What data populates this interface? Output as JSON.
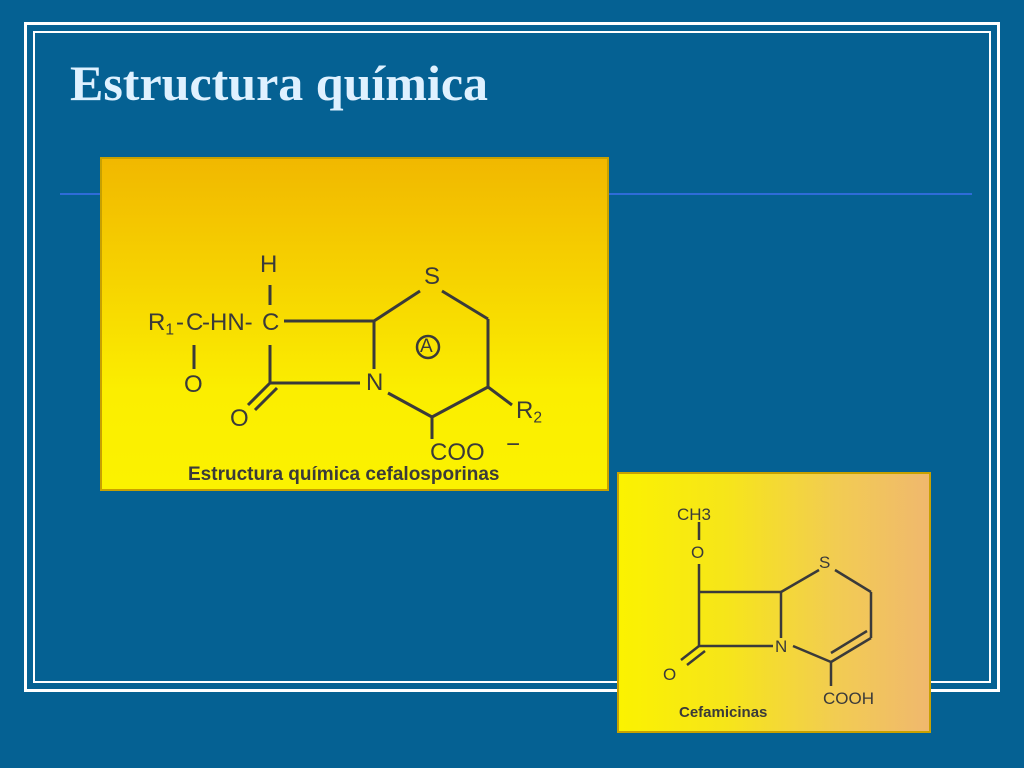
{
  "slide": {
    "title": "Estructura química",
    "background_color": "#056193",
    "accent_rule_color": "#2f6cd8"
  },
  "figure_cefalosporinas": {
    "caption": "Estructura química cefalosporinas",
    "labels": {
      "h": "H",
      "r1": "R",
      "r1_sub": "1",
      "dash1": "-",
      "c_alpha": "C",
      "hn": "-HN-",
      "c_beta": "C",
      "o_acyl": "O",
      "o_lactam": "O",
      "n": "N",
      "s": "S",
      "ring": "A",
      "r2": "R",
      "r2_sub": "2",
      "coo": "COO",
      "charge": "−"
    }
  },
  "figure_cefamicinas": {
    "caption": "Cefamicinas",
    "labels": {
      "ch3": "CH3",
      "o_methoxy": "O",
      "s": "S",
      "n": "N",
      "o_lactam": "O",
      "cooh": "COOH"
    }
  }
}
